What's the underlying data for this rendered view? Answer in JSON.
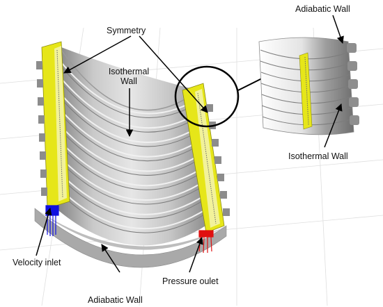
{
  "labels": {
    "symmetry": "Symmetry",
    "isothermal_wall_main_line1": "Isothermal",
    "isothermal_wall_main_line2": "Wall",
    "adiabatic_wall_top": "Adiabatic Wall",
    "isothermal_wall_inset": "Isothermal Wall",
    "velocity_inlet": "Velocity inlet",
    "pressure_outlet": "Pressure oulet",
    "adiabatic_wall_bottom": "Adiabatic Wall"
  },
  "colors": {
    "yellow_wall": "#e6e619",
    "grey_surface": "#bdbdbd",
    "inlet_blue": "#1010e0",
    "outlet_red": "#e01010",
    "grid": "#d8d8d8"
  }
}
